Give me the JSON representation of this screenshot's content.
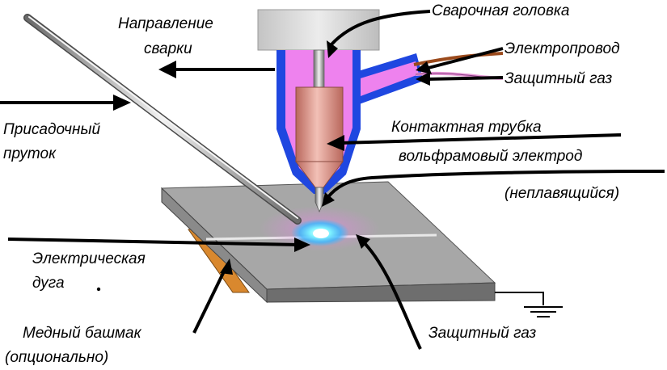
{
  "labels": {
    "welding_direction_line1": "Направление",
    "welding_direction_line2": "сварки",
    "welding_head": "Сварочная головка",
    "power_cable": "Электропровод",
    "shielding_gas_top": "Защитный газ",
    "contact_tube": "Контактная трубка",
    "tungsten_electrode": "вольфрамовый электрод",
    "non_consumable": "(неплавящийся)",
    "filler_rod_line1": "Присадочный",
    "filler_rod_line2": "пруток",
    "electric_arc_line1": "Электрическая",
    "electric_arc_line2": "дуга",
    "copper_shoe_line1": "Медный башмак",
    "copper_shoe_line2": "(опционально)",
    "shielding_gas_bottom": "Защитный газ"
  },
  "colors": {
    "nozzle_outer": "#1f47e0",
    "nozzle_inner": "#ee82ee",
    "contact_tube": "#d9877c",
    "head_block": "#cfcfcf",
    "workpiece_top": "#a6a6a6",
    "workpiece_front": "#6e6e6e",
    "copper_shoe": "#d9882e",
    "arc_glow": "#5fe7ff",
    "power_cable": "#9b4a1c",
    "gas_hose": "#e89ad8"
  }
}
